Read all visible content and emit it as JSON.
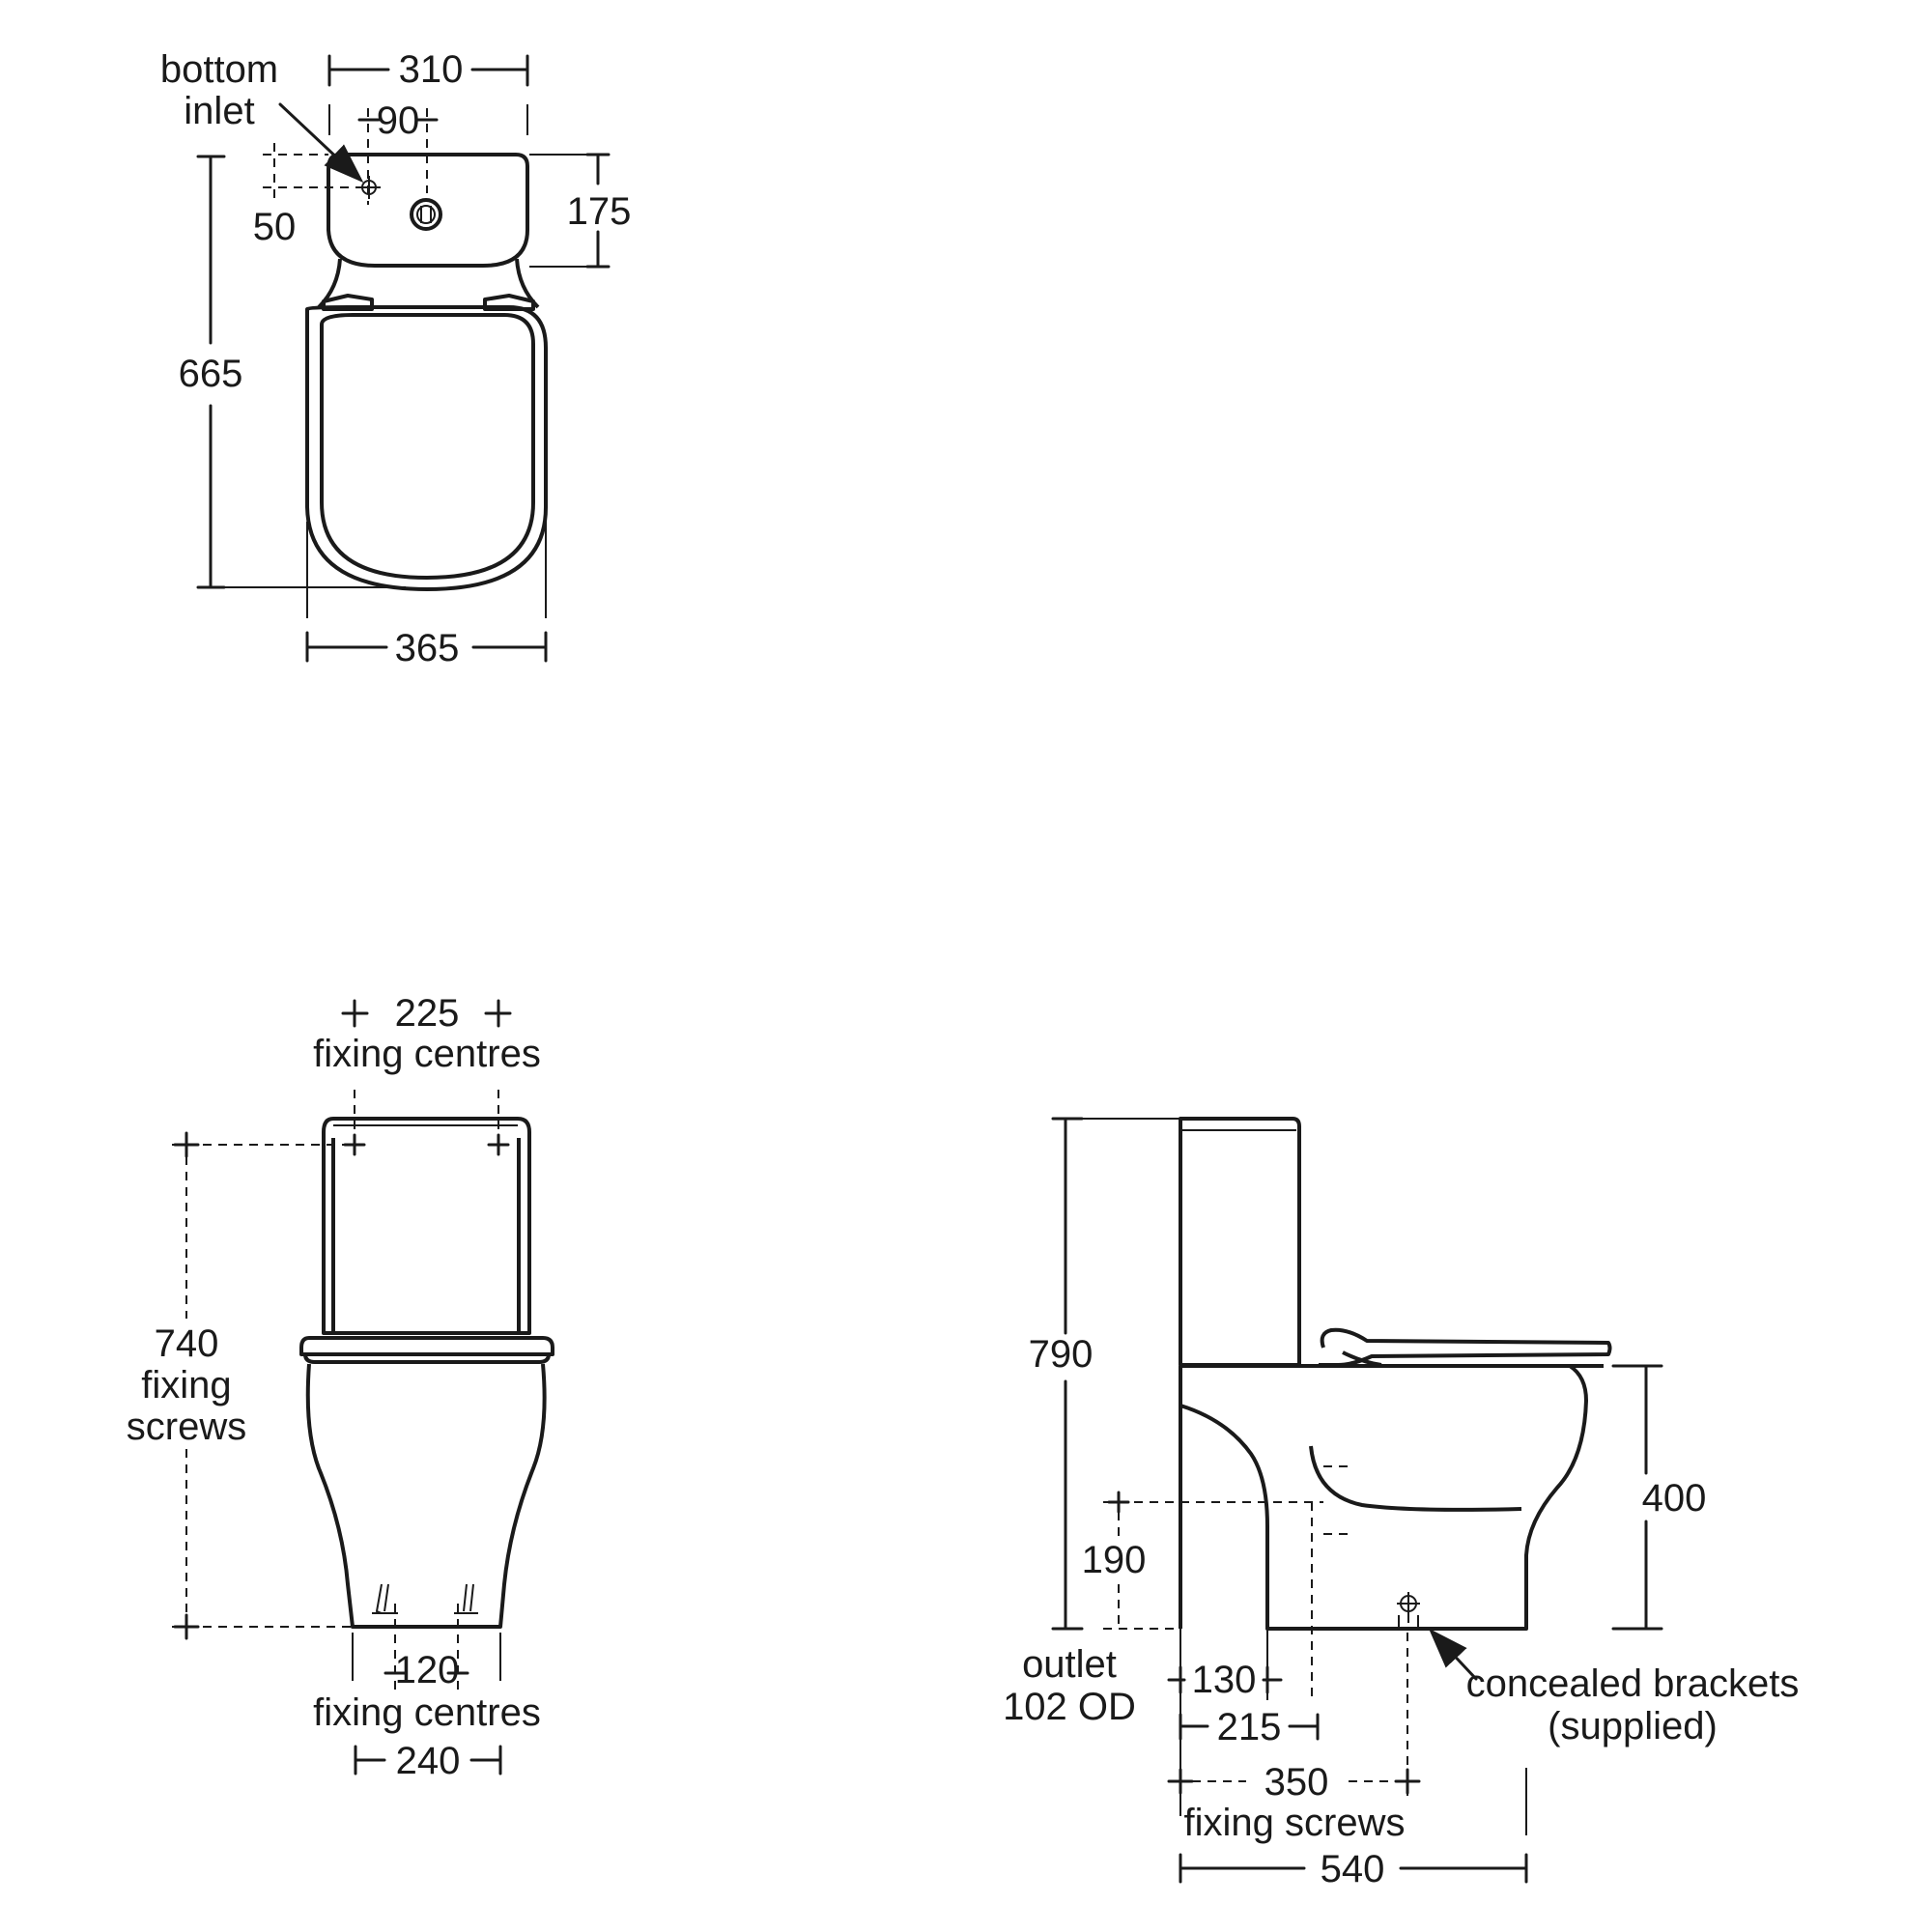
{
  "top_view": {
    "label_bottom_inlet_1": "bottom",
    "label_bottom_inlet_2": "inlet",
    "dim_width_cistern": "310",
    "dim_inlet_offset": "90",
    "dim_inlet_depth": "50",
    "dim_cistern_depth": "175",
    "dim_overall_length": "665",
    "dim_width_pan": "365"
  },
  "front_view": {
    "dim_top_fixing": "225",
    "label_top_fixing": "fixing centres",
    "dim_height_fixing": "740",
    "label_height_fixing_1": "fixing",
    "label_height_fixing_2": "screws",
    "dim_bottom_fixing": "120",
    "label_bottom_fixing": "fixing centres",
    "dim_base_width": "240"
  },
  "side_view": {
    "dim_overall_height": "790",
    "dim_seat_height": "400",
    "dim_outlet_height": "190",
    "label_outlet_1": "outlet",
    "label_outlet_2": "102 OD",
    "dim_outlet_130": "130",
    "dim_outlet_215": "215",
    "dim_fixing_350": "350",
    "label_fixing_screws": "fixing screws",
    "dim_overall_depth": "540",
    "label_brackets_1": "concealed brackets",
    "label_brackets_2": "(supplied)"
  }
}
